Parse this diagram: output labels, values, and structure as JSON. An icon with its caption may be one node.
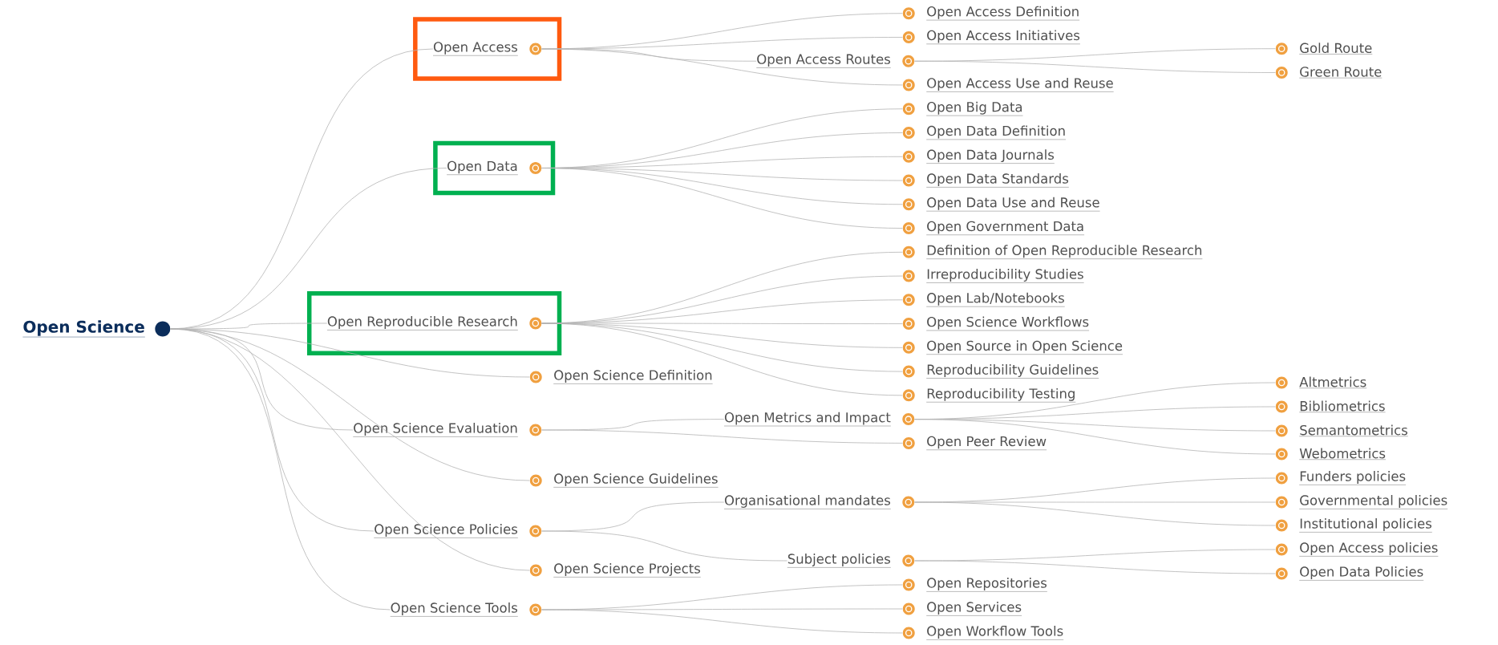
{
  "diagram": {
    "nodes": [
      {
        "text": [
          "Open Science"
        ]
      },
      {
        "text": [],
        "shape": "box"
      },
      {
        "text": [
          "Open Access"
        ],
        "in": 1
      },
      {
        "text": [],
        "shape": "box"
      },
      {
        "text": [
          "Open Data"
        ],
        "in": 3
      },
      {
        "text": [],
        "shape": "box"
      },
      {
        "text": [
          "Open Reproducible Research"
        ],
        "in": 5
      },
      {
        "text": [
          "Open Science Definition"
        ]
      },
      {
        "text": [
          "Open Science Evaluation"
        ]
      },
      {
        "text": [
          "Open Science Guidelines"
        ]
      },
      {
        "text": [
          "Open Science Policies"
        ]
      },
      {
        "text": [
          "Open Science Projects"
        ]
      },
      {
        "text": [
          "Open Science Tools"
        ]
      },
      {
        "text": [
          "Open Access Definition"
        ]
      },
      {
        "text": [
          "Open Access Initiatives"
        ]
      },
      {
        "text": [
          "Open Access Routes"
        ]
      },
      {
        "text": [
          "Open Access Use and Reuse"
        ]
      },
      {
        "text": [
          "Open Big Data"
        ]
      },
      {
        "text": [
          "Open Data Definition"
        ]
      },
      {
        "text": [
          "Open Data Journals"
        ]
      },
      {
        "text": [
          "Open Data Standards"
        ]
      },
      {
        "text": [
          "Open Data Use and Reuse"
        ]
      },
      {
        "text": [
          "Open Government Data"
        ]
      },
      {
        "text": [
          "Definition of Open Reproducible Research"
        ]
      },
      {
        "text": [
          "Irreproducibility Studies"
        ]
      },
      {
        "text": [
          "Open Lab/Notebooks"
        ]
      },
      {
        "text": [
          "Open Science Workflows"
        ]
      },
      {
        "text": [
          "Open Source in Open Science"
        ]
      },
      {
        "text": [
          "Reproducibility Guidelines"
        ]
      },
      {
        "text": [
          "Reproducibility Testing"
        ]
      },
      {
        "text": [
          "Open Metrics and Impact"
        ]
      },
      {
        "text": [
          "Open Peer Review"
        ]
      },
      {
        "text": [
          "Organisational mandates"
        ]
      },
      {
        "text": [
          "Subject policies"
        ]
      },
      {
        "text": [
          "Open Repositories"
        ]
      },
      {
        "text": [
          "Open Services"
        ]
      },
      {
        "text": [
          "Open Workflow Tools"
        ]
      },
      {
        "text": [
          "Gold Route"
        ]
      },
      {
        "text": [
          "Green Route"
        ]
      },
      {
        "text": [
          "Altmetrics"
        ]
      },
      {
        "text": [
          "Bibliometrics"
        ]
      },
      {
        "text": [
          "Semantometrics"
        ]
      },
      {
        "text": [
          "Webometrics"
        ]
      },
      {
        "text": [
          "Funders policies"
        ]
      },
      {
        "text": [
          "Governmental policies"
        ]
      },
      {
        "text": [
          "Institutional policies"
        ]
      },
      {
        "text": [
          "Open Access policies"
        ]
      },
      {
        "text": [
          "Open Data Policies"
        ]
      }
    ],
    "edges": [
      {
        "from": 0,
        "to": 2,
        "arrow": "none"
      },
      {
        "from": 0,
        "to": 4,
        "arrow": "none"
      },
      {
        "from": 0,
        "to": 6,
        "arrow": "none"
      },
      {
        "from": 0,
        "to": 7,
        "arrow": "none"
      },
      {
        "from": 0,
        "to": 8,
        "arrow": "none"
      },
      {
        "from": 0,
        "to": 9,
        "arrow": "none"
      },
      {
        "from": 0,
        "to": 10,
        "arrow": "none"
      },
      {
        "from": 0,
        "to": 11,
        "arrow": "none"
      },
      {
        "from": 0,
        "to": 12,
        "arrow": "none"
      },
      {
        "from": 2,
        "to": 13,
        "arrow": "none"
      },
      {
        "from": 2,
        "to": 14,
        "arrow": "none"
      },
      {
        "from": 2,
        "to": 15,
        "arrow": "none"
      },
      {
        "from": 2,
        "to": 16,
        "arrow": "none"
      },
      {
        "from": 15,
        "to": 37,
        "arrow": "none"
      },
      {
        "from": 15,
        "to": 38,
        "arrow": "none"
      },
      {
        "from": 4,
        "to": 17,
        "arrow": "none"
      },
      {
        "from": 4,
        "to": 18,
        "arrow": "none"
      },
      {
        "from": 4,
        "to": 19,
        "arrow": "none"
      },
      {
        "from": 4,
        "to": 20,
        "arrow": "none"
      },
      {
        "from": 4,
        "to": 21,
        "arrow": "none"
      },
      {
        "from": 4,
        "to": 22,
        "arrow": "none"
      },
      {
        "from": 6,
        "to": 23,
        "arrow": "none"
      },
      {
        "from": 6,
        "to": 24,
        "arrow": "none"
      },
      {
        "from": 6,
        "to": 25,
        "arrow": "none"
      },
      {
        "from": 6,
        "to": 26,
        "arrow": "none"
      },
      {
        "from": 6,
        "to": 27,
        "arrow": "none"
      },
      {
        "from": 6,
        "to": 28,
        "arrow": "none"
      },
      {
        "from": 6,
        "to": 29,
        "arrow": "none"
      },
      {
        "from": 8,
        "to": 30,
        "arrow": "none"
      },
      {
        "from": 8,
        "to": 31,
        "arrow": "none"
      },
      {
        "from": 30,
        "to": 39,
        "arrow": "none"
      },
      {
        "from": 30,
        "to": 40,
        "arrow": "none"
      },
      {
        "from": 30,
        "to": 41,
        "arrow": "none"
      },
      {
        "from": 30,
        "to": 42,
        "arrow": "none"
      },
      {
        "from": 10,
        "to": 32,
        "arrow": "none"
      },
      {
        "from": 10,
        "to": 33,
        "arrow": "none"
      },
      {
        "from": 32,
        "to": 43,
        "arrow": "none"
      },
      {
        "from": 32,
        "to": 44,
        "arrow": "none"
      },
      {
        "from": 32,
        "to": 45,
        "arrow": "none"
      },
      {
        "from": 33,
        "to": 46,
        "arrow": "none"
      },
      {
        "from": 33,
        "to": 47,
        "arrow": "none"
      },
      {
        "from": 12,
        "to": 34,
        "arrow": "none"
      },
      {
        "from": 12,
        "to": 35,
        "arrow": "none"
      },
      {
        "from": 12,
        "to": 36,
        "arrow": "none"
      }
    ]
  }
}
